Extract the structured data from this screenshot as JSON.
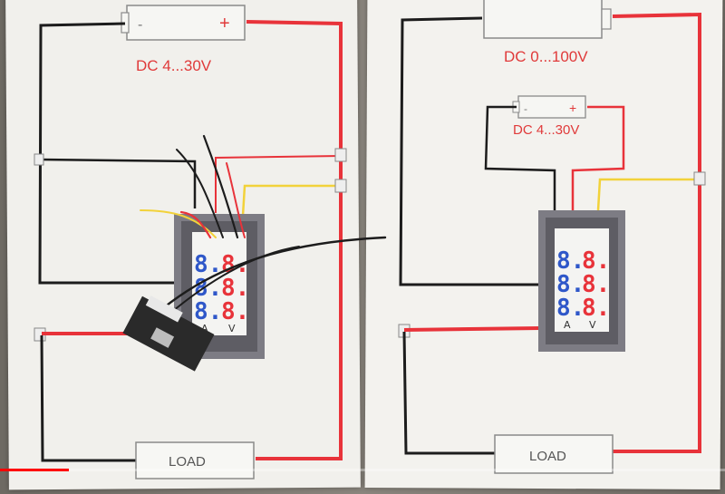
{
  "left_panel": {
    "supply_label": "DC 4...30V",
    "battery_minus": "-",
    "battery_plus": "+",
    "meter_digits_red": [
      "8.",
      "8.",
      "8."
    ],
    "meter_digits_blue": [
      "8.",
      "8.",
      "8."
    ],
    "unit_volt": "V",
    "unit_amp": "A",
    "load_label": "LOAD"
  },
  "right_panel": {
    "supply_main_label": "DC 0...100V",
    "supply_aux_label": "DC 4...30V",
    "battery_minus": "-",
    "battery_plus": "+",
    "meter_digits_red": [
      "8.",
      "8.",
      "8."
    ],
    "meter_digits_blue": [
      "8.",
      "8.",
      "8."
    ],
    "unit_volt": "V",
    "unit_amp": "A",
    "load_label": "LOAD"
  },
  "video_progress": {
    "fraction": 0.095
  },
  "colors": {
    "wire_red": "#e8333a",
    "wire_black": "#1c1c1c",
    "wire_yellow": "#f2d23a",
    "digit_red": "#e8333a",
    "digit_blue": "#2f57c9",
    "progress": "#ff0000"
  }
}
